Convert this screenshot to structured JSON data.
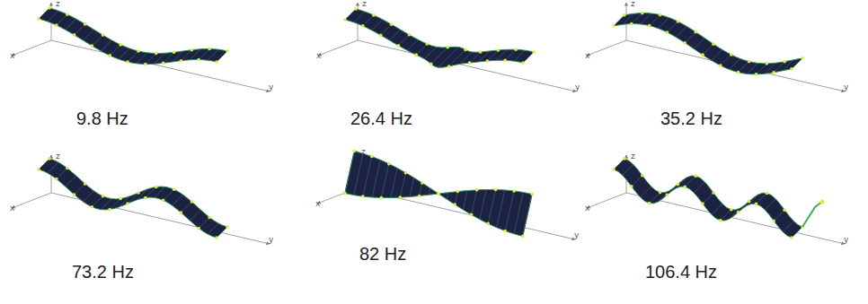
{
  "diagram": {
    "labels": [
      "z",
      "x",
      "y",
      "9.8 Hz",
      "z",
      "x",
      "y",
      "26.4 Hz",
      "z",
      "x",
      "y",
      "35.2 Hz",
      "z",
      "x",
      "y",
      "73.2 Hz",
      "z",
      "x",
      "y",
      "82 Hz",
      "z",
      "x",
      "y",
      "106.4 Hz"
    ]
  }
}
